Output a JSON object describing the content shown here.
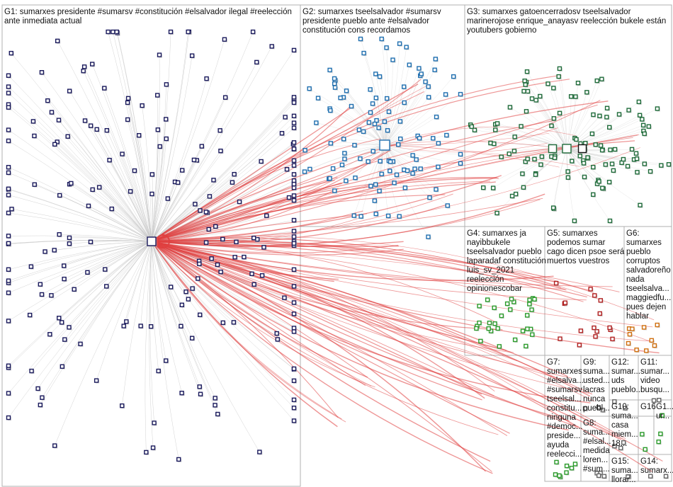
{
  "groups": [
    {
      "id": "G1",
      "lines": [
        "G1: sumarxes presidente #sumarsv #constitución #elsalvador ilegal #reelección",
        "ante inmediata actual"
      ],
      "color": "#1a1a5c"
    },
    {
      "id": "G2",
      "lines": [
        "G2: sumarxes tseelsalvador #sumarsv",
        "presidente pueblo ante #elsalvador",
        "constitución cons recordamos"
      ],
      "color": "#1f6fb0"
    },
    {
      "id": "G3",
      "lines": [
        "G3: sumarxes gatoencerradosv tseelsalvador",
        "marinerojose enrique_anayasv reelección bukele están",
        "youtubers gobierno"
      ],
      "color": "#1f6b3a"
    },
    {
      "id": "G4",
      "lines": [
        "G4: sumarxes ja",
        "nayibbukele",
        "tseelsalvador pueblo",
        "laparadaf constitución",
        "luis_sv_2021",
        "reelección",
        "opinionescobar"
      ],
      "color": "#2a9a2a"
    },
    {
      "id": "G5",
      "lines": [
        "G5: sumarxes",
        "podemos sumar",
        "cago dicen psoe será",
        "muertos vuestros"
      ],
      "color": "#b02020"
    },
    {
      "id": "G6",
      "lines": [
        "G6:",
        "sumarxes",
        "pueblo",
        "corruptos",
        "salvadoreño",
        "nada",
        "tseelsalva...",
        "maggiedfu...",
        "pues dejen",
        "hablar"
      ],
      "color": "#d07010"
    },
    {
      "id": "G7",
      "lines": [
        "G7:",
        "sumarxes",
        "#elsalva...",
        "#sumarsv",
        "tseelsal...",
        "constitu...",
        "ninguna",
        "#democ...",
        "preside...",
        "ayuda",
        "reelecci..."
      ],
      "color": "#2a9a2a"
    },
    {
      "id": "G9",
      "lines": [
        "G9:",
        "suma...",
        "usted...",
        "lacras",
        "nunca",
        "puebl..."
      ],
      "color": "#333333"
    },
    {
      "id": "G12",
      "lines": [
        "G12:",
        "sumar...",
        "uds",
        "pueblo..."
      ],
      "color": "#333333"
    },
    {
      "id": "G11",
      "lines": [
        "G11:",
        "sumar...",
        "video",
        "busqu..."
      ],
      "color": "#333333"
    },
    {
      "id": "G10",
      "lines": [
        "G10:",
        "suma...",
        "casa",
        "miem...",
        "18..."
      ],
      "color": "#333333"
    },
    {
      "id": "G16",
      "lines": [
        "G16"
      ],
      "color": "#333333"
    },
    {
      "id": "G17",
      "lines": [
        "G1...",
        "ur..."
      ],
      "color": "#333333"
    },
    {
      "id": "G8",
      "lines": [
        "G8:",
        "suma...",
        "#elsal...",
        "medida",
        "loren...",
        "#sum..."
      ],
      "color": "#333333"
    },
    {
      "id": "G15",
      "lines": [
        "G15:",
        "suma...",
        "llorar..."
      ],
      "color": "#333333"
    },
    {
      "id": "G14",
      "lines": [
        "G14:",
        "sumarx..."
      ],
      "color": "#333333"
    }
  ],
  "palette": {
    "edge_gray": "#c8c8c8",
    "edge_red": "#e04040",
    "border": "#b0b0b0"
  },
  "icon": "node-icon"
}
